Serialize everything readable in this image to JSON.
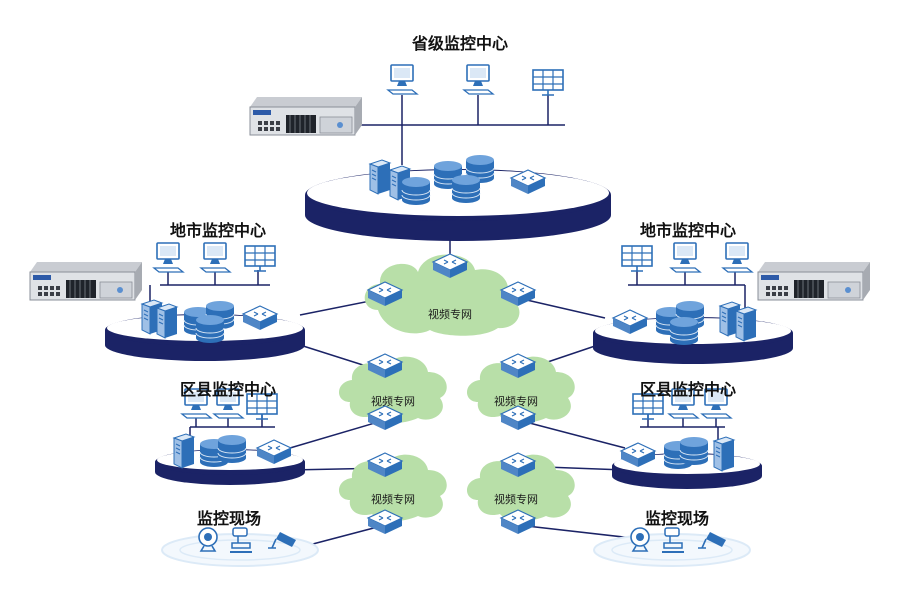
{
  "labels": {
    "provincial": "省级监控中心",
    "city": "地市监控中心",
    "county": "区县监控中心",
    "site": "监控现场"
  },
  "cloud_label": "视频专网",
  "colors": {
    "navy": "#1b2366",
    "cloud": "#b8dfa8",
    "icon_blue": "#2d6fb8",
    "icon_light": "#dbe8f6",
    "site_ring": "#dceaf7"
  },
  "icons": [
    "server-rack-icon",
    "workstation-icon",
    "video-wall-icon",
    "switch-icon",
    "storage-disk-icon",
    "tower-server-icon",
    "dome-camera-icon",
    "ptz-camera-icon",
    "bullet-camera-icon",
    "cloud-icon"
  ]
}
